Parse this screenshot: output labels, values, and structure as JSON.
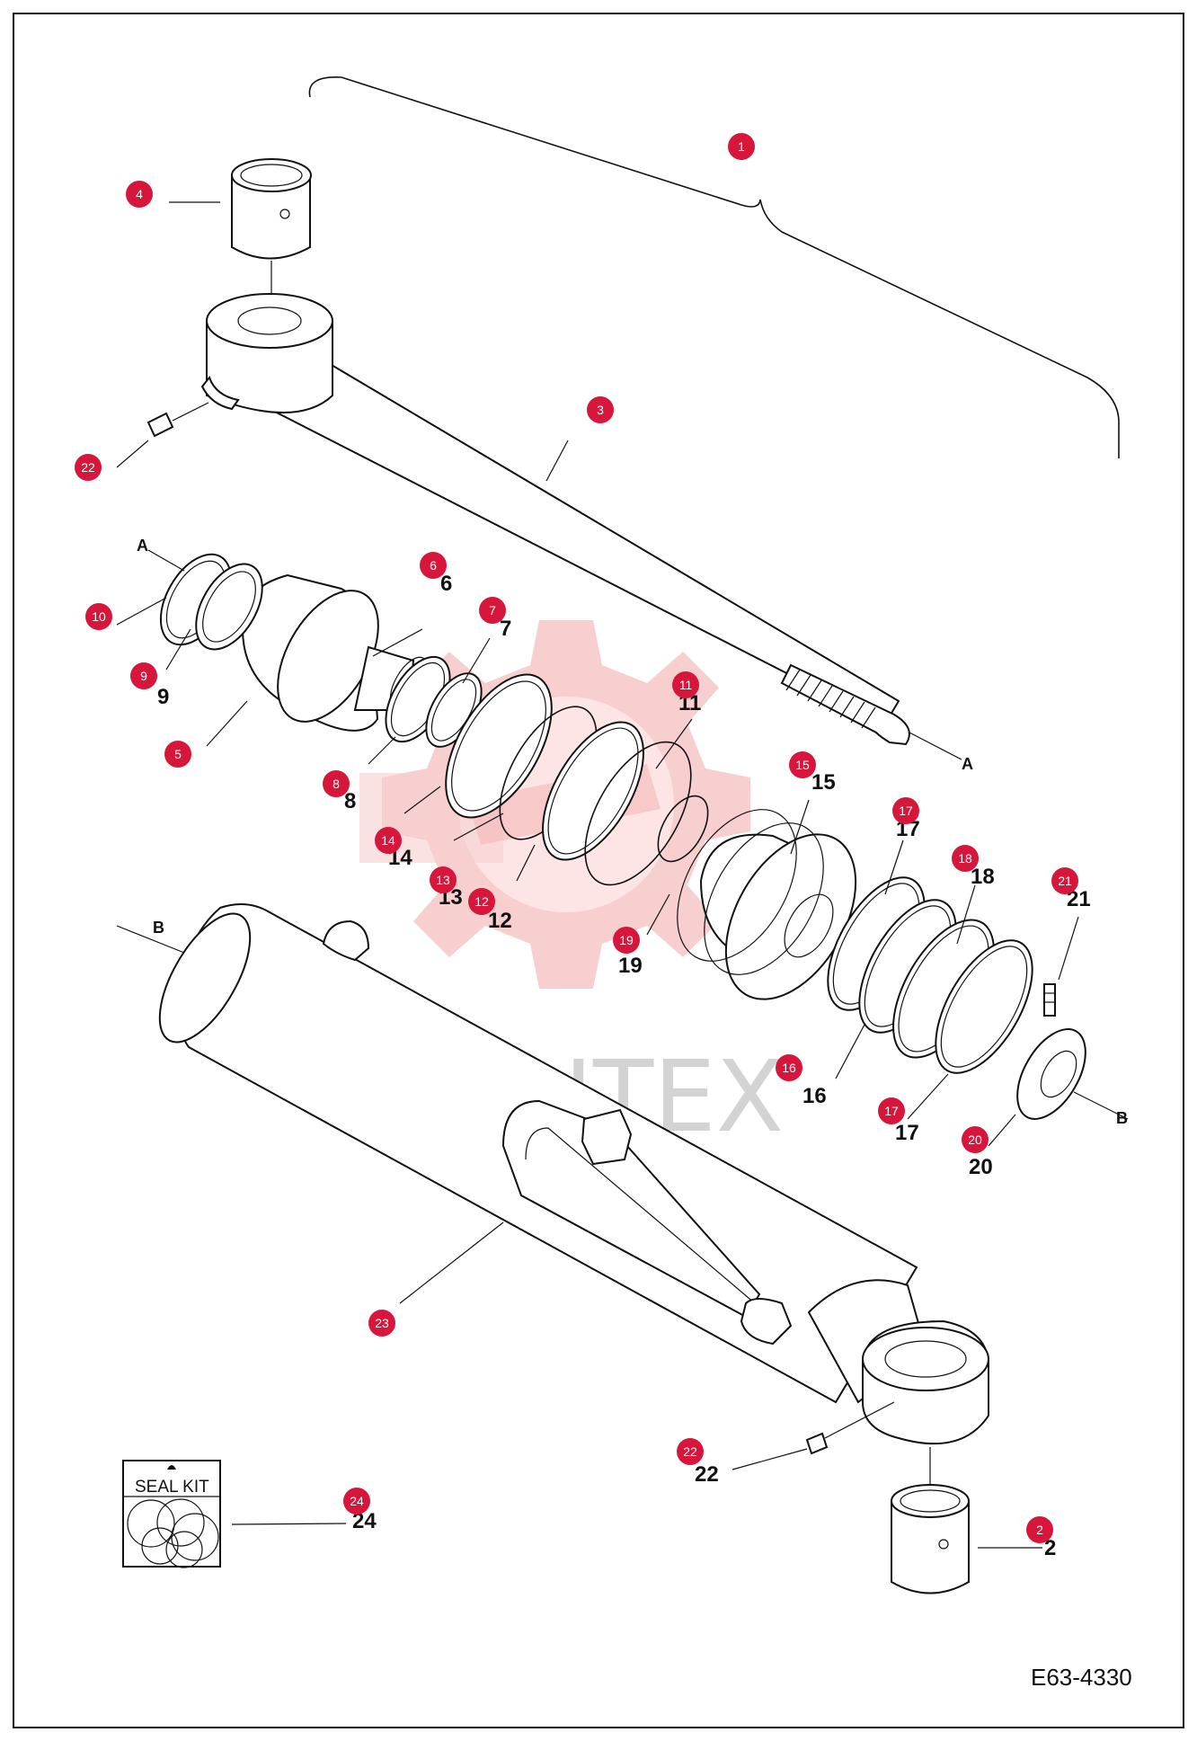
{
  "diagram": {
    "drawing_code": "E63-4330",
    "watermark": "ИНТЕХ",
    "seal_kit_label": "SEAL KIT",
    "colors": {
      "marker": "#d6163a",
      "line": "#111111",
      "watermark": "#f6c8c8"
    },
    "refs": {
      "a_top": "A",
      "a_rod": "A",
      "b_top": "B",
      "b_nut": "B"
    },
    "parts": [
      {
        "id": "1",
        "label": "1"
      },
      {
        "id": "2",
        "label": "2"
      },
      {
        "id": "3",
        "label": "3"
      },
      {
        "id": "4",
        "label": "4"
      },
      {
        "id": "5",
        "label": "5"
      },
      {
        "id": "6",
        "label": "6"
      },
      {
        "id": "7",
        "label": "7"
      },
      {
        "id": "8",
        "label": "8"
      },
      {
        "id": "9",
        "label": "9"
      },
      {
        "id": "10",
        "label": "10"
      },
      {
        "id": "11",
        "label": "11"
      },
      {
        "id": "12",
        "label": "12"
      },
      {
        "id": "13",
        "label": "13"
      },
      {
        "id": "14",
        "label": "14"
      },
      {
        "id": "15",
        "label": "15"
      },
      {
        "id": "16",
        "label": "16"
      },
      {
        "id": "17a",
        "label": "17"
      },
      {
        "id": "17b",
        "label": "17"
      },
      {
        "id": "18",
        "label": "18"
      },
      {
        "id": "19",
        "label": "19"
      },
      {
        "id": "20",
        "label": "20"
      },
      {
        "id": "21",
        "label": "21"
      },
      {
        "id": "22a",
        "label": "22"
      },
      {
        "id": "22b",
        "label": "22"
      },
      {
        "id": "23",
        "label": "23"
      },
      {
        "id": "24",
        "label": "24"
      }
    ]
  }
}
